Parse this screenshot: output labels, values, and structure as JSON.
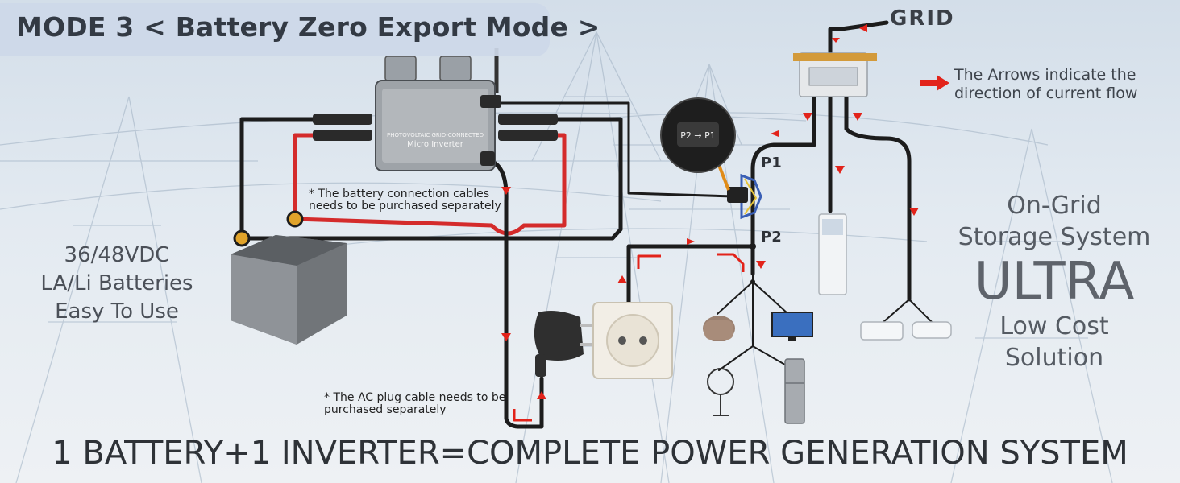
{
  "header": {
    "mode_title": "MODE 3 < Battery Zero Export Mode >"
  },
  "grid_label": "GRID",
  "legend": {
    "text": "The Arrows indicate the direction of current flow",
    "arrow_color": "#e2231a"
  },
  "battery_spec": {
    "line1": "36/48VDC",
    "line2": "LA/Li Batteries",
    "line3": "Easy To Use"
  },
  "side_panel": {
    "line1": "On-Grid",
    "line2": "Storage System",
    "line3": "ULTRA",
    "line4": "Low Cost",
    "line5": "Solution"
  },
  "notes": {
    "battery_cables": "* The battery connection cables needs to be purchased separately",
    "ac_plug_cable": "* The AC plug cable needs to be purchased separately"
  },
  "points": {
    "p1": "P1",
    "p2": "P2"
  },
  "inverter": {
    "label_line1": "PHOTOVOLTAIC GRID-CONNECTED",
    "label_line2": "Micro Inverter"
  },
  "detail_label": "P2 → P1",
  "slogan": "1 BATTERY+1 INVERTER=COMPLETE POWER GENERATION SYSTEM",
  "colors": {
    "cable": "#1c1c1c",
    "positive_cable": "#d42b2b",
    "arrow": "#e2231a",
    "accent_blue": "#3a5fb5",
    "accent_yellow": "#e6c33a"
  }
}
